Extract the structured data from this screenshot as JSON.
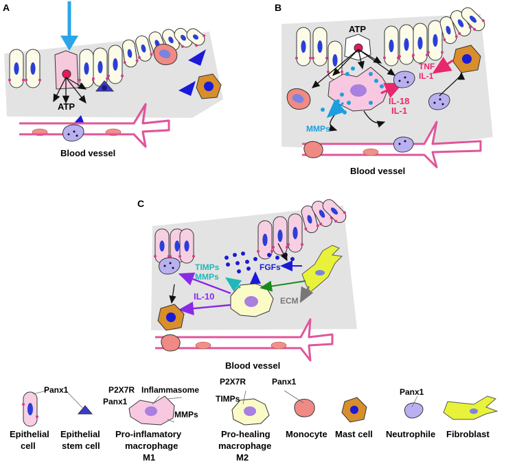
{
  "panels": {
    "a": {
      "label": "A",
      "atp": "ATP",
      "vessel": "Blood vessel"
    },
    "b": {
      "label": "B",
      "atp": "ATP",
      "tnf": "TNF",
      "il1_top": "IL-1",
      "il18": "IL-18",
      "il1_mid": "IL-1",
      "mmps": "MMPs",
      "vessel": "Blood vessel"
    },
    "c": {
      "label": "C",
      "timps": "TIMPs",
      "mmps": "MMPs",
      "fgfs": "FGFs",
      "il10": "IL-10",
      "ecm": "ECM",
      "vessel": "Blood vessel"
    }
  },
  "legend": {
    "panx1_epithelial": "Panx1",
    "p2x7r_m1": "P2X7R",
    "inflammasome": "Inflammasome",
    "panx1_m1": "Panx1",
    "mmps_m1": "MMPs",
    "p2x7r_m2": "P2X7R",
    "panx1_m2": "Panx1",
    "timps_m2": "TIMPs",
    "panx1_neutrophil": "Panx1",
    "epithelial_cell": [
      "Epithelial",
      "cell"
    ],
    "epithelial_stem_cell": [
      "Epithelial",
      "stem cell"
    ],
    "m1": [
      "Pro-inflamatory",
      "macrophage",
      "M1"
    ],
    "m2": [
      "Pro-healing",
      "macrophage",
      "M2"
    ],
    "monocyte": "Monocyte",
    "mast_cell": "Mast cell",
    "neutrophile": "Neutrophile",
    "fibroblast": "Fibroblast"
  },
  "colors": {
    "tissue": "#e3e3e3",
    "epithelial_fill": "#fcfbe8",
    "nucleus": "#2a3fd8",
    "junction": "#d63c86",
    "vessel": "#e0559a",
    "rbc": "#f0908a",
    "injury_arrow": "#2aa6e8",
    "il18_arrow": "#e8286e",
    "mmps_arrow": "#1c9fe0",
    "timps_arrow": "#1fb8b8",
    "il10_arrow": "#8a28e8",
    "fgf_arrow": "#1a1ad8",
    "ecm_arrow": "#777777",
    "fibro_arrow": "#1a8a1a",
    "fibroblast_fill": "#e8f23a",
    "m1_fill": "#f7c8e0",
    "m2_fill": "#fbfbc8",
    "mast_fill": "#d88e2a"
  }
}
